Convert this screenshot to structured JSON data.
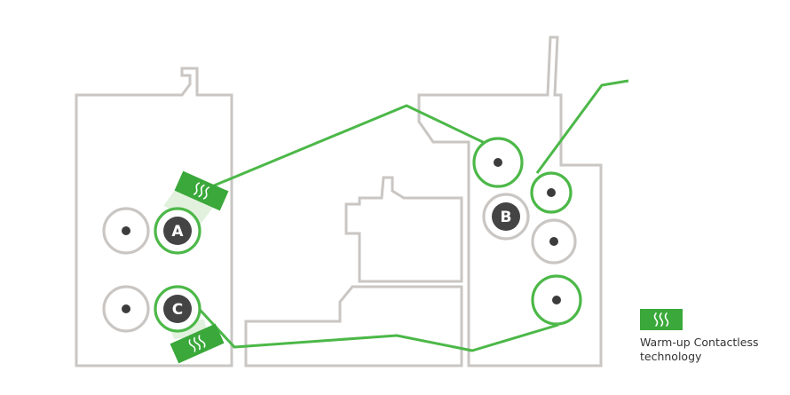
{
  "rolls": {
    "a": {
      "label": "A"
    },
    "b": {
      "label": "B"
    },
    "c": {
      "label": "C"
    }
  },
  "legend": {
    "label": "Warm-up Contactless technology",
    "icon": "heat-waves-icon"
  },
  "colors": {
    "web": "#4cb848",
    "heater": "#3aa83a",
    "frame": "#c9c6c3",
    "roll_core": "#444444"
  }
}
